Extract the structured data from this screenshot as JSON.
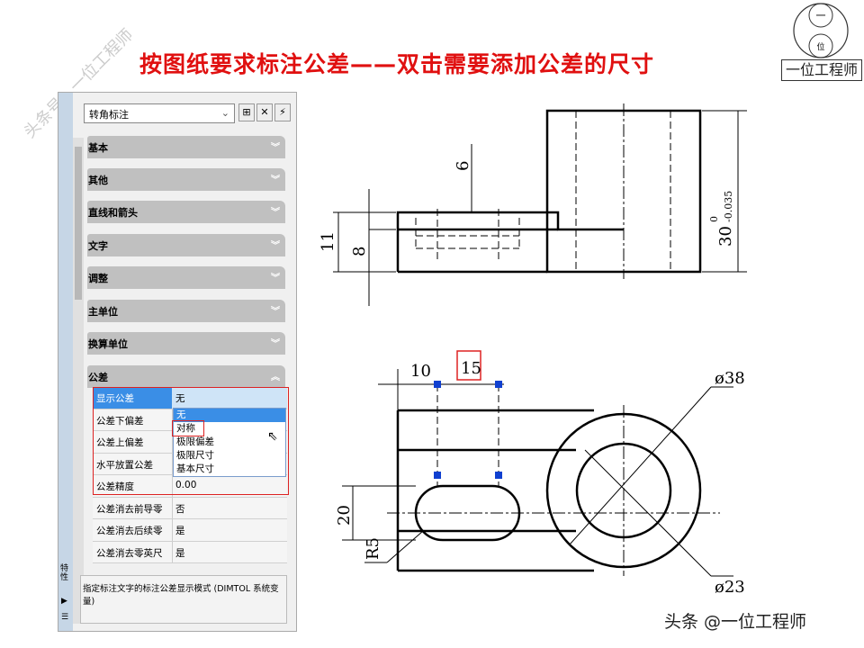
{
  "title": "按图纸要求标注公差——双击需要添加公差的尺寸",
  "logo": {
    "text": "一位工程师",
    "circle_top": "一",
    "circle_bottom": "位"
  },
  "watermark": "头条号：一位工程师",
  "footer_watermark": "头条 @一位工程师",
  "panel": {
    "style_combo": "转角标注",
    "sections": [
      {
        "label": "基本"
      },
      {
        "label": "其他"
      },
      {
        "label": "直线和箭头"
      },
      {
        "label": "文字"
      },
      {
        "label": "调整"
      },
      {
        "label": "主单位"
      },
      {
        "label": "换算单位"
      },
      {
        "label": "公差"
      }
    ],
    "properties": [
      {
        "key": "显示公差",
        "value": "无"
      },
      {
        "key": "公差下偏差",
        "value": ""
      },
      {
        "key": "公差上偏差",
        "value": ""
      },
      {
        "key": "水平放置公差",
        "value": ""
      },
      {
        "key": "公差精度",
        "value": "0.00"
      },
      {
        "key": "公差消去前导零",
        "value": "否"
      },
      {
        "key": "公差消去后续零",
        "value": "是"
      },
      {
        "key": "公差消去零英尺",
        "value": "是"
      }
    ],
    "dropdown_options": [
      "无",
      "对称",
      "极限偏差",
      "极限尺寸",
      "基本尺寸"
    ],
    "dropdown_selected": "无",
    "description": "指定标注文字的标注公差显示模式 (DIMTOL 系统变量)",
    "side_label": "特性"
  },
  "drawing": {
    "dims": {
      "d6": "6",
      "d11": "11",
      "d8": "8",
      "d30": "30",
      "d30_upper": "0",
      "d30_lower": "-0.035",
      "d10": "10",
      "d15": "15",
      "d20": "20",
      "r5": "R5",
      "phi38": "ø38",
      "phi23": "ø23"
    }
  },
  "colors": {
    "title": "#e01010",
    "highlight": "#3a8ee6",
    "grip": "#1040d0",
    "callout": "#d22222"
  }
}
